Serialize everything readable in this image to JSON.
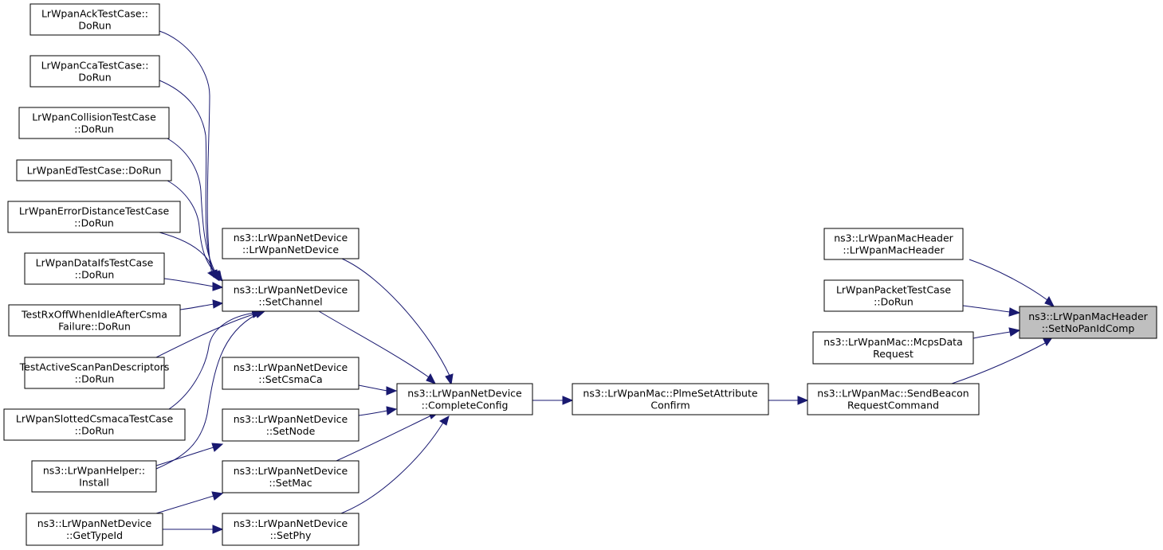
{
  "diagram": {
    "nodes": [
      {
        "id": "n0",
        "lines": [
          "LrWpanAckTestCase::",
          "DoRun"
        ]
      },
      {
        "id": "n1",
        "lines": [
          "LrWpanCcaTestCase::",
          "DoRun"
        ]
      },
      {
        "id": "n2",
        "lines": [
          "LrWpanCollisionTestCase",
          "::DoRun"
        ]
      },
      {
        "id": "n3",
        "lines": [
          "LrWpanEdTestCase::DoRun"
        ]
      },
      {
        "id": "n4",
        "lines": [
          "LrWpanErrorDistanceTestCase",
          "::DoRun"
        ]
      },
      {
        "id": "n5",
        "lines": [
          "LrWpanDataIfsTestCase",
          "::DoRun"
        ]
      },
      {
        "id": "n6",
        "lines": [
          "TestRxOffWhenIdleAfterCsma",
          "Failure::DoRun"
        ]
      },
      {
        "id": "n7",
        "lines": [
          "TestActiveScanPanDescriptors",
          "::DoRun"
        ]
      },
      {
        "id": "n8",
        "lines": [
          "LrWpanSlottedCsmacaTestCase",
          "::DoRun"
        ]
      },
      {
        "id": "n9",
        "lines": [
          "ns3::LrWpanHelper::",
          "Install"
        ]
      },
      {
        "id": "n10",
        "lines": [
          "ns3::LrWpanNetDevice",
          "::GetTypeId"
        ]
      },
      {
        "id": "n11",
        "lines": [
          "ns3::LrWpanNetDevice",
          "::LrWpanNetDevice"
        ]
      },
      {
        "id": "n12",
        "lines": [
          "ns3::LrWpanNetDevice",
          "::SetChannel"
        ]
      },
      {
        "id": "n13",
        "lines": [
          "ns3::LrWpanNetDevice",
          "::SetCsmaCa"
        ]
      },
      {
        "id": "n14",
        "lines": [
          "ns3::LrWpanNetDevice",
          "::SetNode"
        ]
      },
      {
        "id": "n15",
        "lines": [
          "ns3::LrWpanNetDevice",
          "::SetMac"
        ]
      },
      {
        "id": "n16",
        "lines": [
          "ns3::LrWpanNetDevice",
          "::SetPhy"
        ]
      },
      {
        "id": "n17",
        "lines": [
          "ns3::LrWpanNetDevice",
          "::CompleteConfig"
        ]
      },
      {
        "id": "n18",
        "lines": [
          "ns3::LrWpanMac::PlmeSetAttribute",
          "Confirm"
        ]
      },
      {
        "id": "n19",
        "lines": [
          "ns3::LrWpanMac::SendBeacon",
          "RequestCommand"
        ]
      },
      {
        "id": "n20",
        "lines": [
          "ns3::LrWpanMacHeader",
          "::LrWpanMacHeader"
        ]
      },
      {
        "id": "n21",
        "lines": [
          "LrWpanPacketTestCase",
          "::DoRun"
        ]
      },
      {
        "id": "n22",
        "lines": [
          "ns3::LrWpanMac::McpsData",
          "Request"
        ]
      },
      {
        "id": "n23",
        "lines": [
          "ns3::LrWpanMacHeader",
          "::SetNoPanIdComp"
        ],
        "highlight": true
      }
    ],
    "edges": [
      {
        "from": "n0",
        "to": "n12"
      },
      {
        "from": "n1",
        "to": "n12"
      },
      {
        "from": "n2",
        "to": "n12"
      },
      {
        "from": "n3",
        "to": "n12"
      },
      {
        "from": "n4",
        "to": "n12"
      },
      {
        "from": "n5",
        "to": "n12"
      },
      {
        "from": "n6",
        "to": "n12"
      },
      {
        "from": "n7",
        "to": "n12"
      },
      {
        "from": "n8",
        "to": "n12"
      },
      {
        "from": "n9",
        "to": "n12"
      },
      {
        "from": "n9",
        "to": "n14"
      },
      {
        "from": "n10",
        "to": "n15"
      },
      {
        "from": "n10",
        "to": "n16"
      },
      {
        "from": "n11",
        "to": "n17"
      },
      {
        "from": "n12",
        "to": "n17"
      },
      {
        "from": "n13",
        "to": "n17"
      },
      {
        "from": "n14",
        "to": "n17"
      },
      {
        "from": "n15",
        "to": "n17"
      },
      {
        "from": "n16",
        "to": "n17"
      },
      {
        "from": "n17",
        "to": "n18"
      },
      {
        "from": "n18",
        "to": "n19"
      },
      {
        "from": "n19",
        "to": "n23"
      },
      {
        "from": "n20",
        "to": "n23"
      },
      {
        "from": "n21",
        "to": "n23"
      },
      {
        "from": "n22",
        "to": "n23"
      }
    ],
    "colors": {
      "edge": "#191970",
      "node_border": "#000000",
      "highlight_fill": "#bfbfbf",
      "node_fill": "#ffffff"
    }
  }
}
